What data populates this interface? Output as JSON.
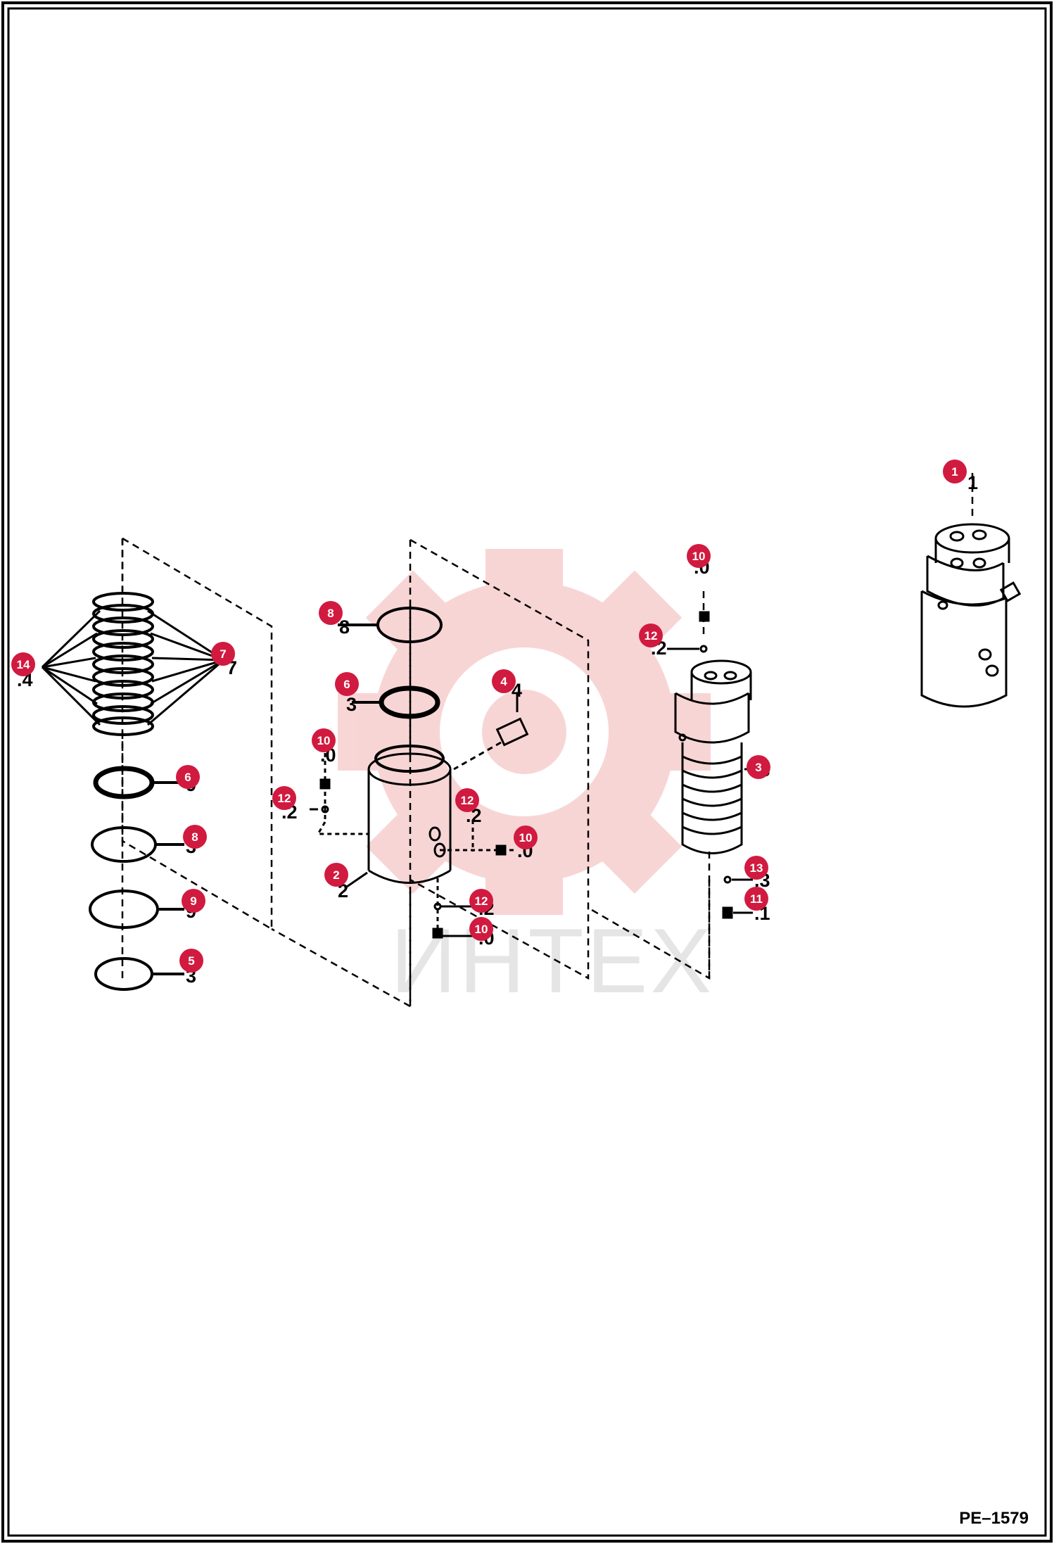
{
  "drawing_code": "PE–1579",
  "watermark_text": "ИНТЕХ",
  "colors": {
    "callout": "#d11a3f",
    "line": "#000000",
    "watermark": "#f4b4b4"
  },
  "callouts": {
    "c1": "1",
    "c2": "2",
    "c3": "3",
    "c4": "4",
    "c5": "5",
    "c6a": "6",
    "c6b": "6",
    "c7": "7",
    "c8a": "8",
    "c8b": "8",
    "c9": "9",
    "c10a": "10",
    "c10b": "10",
    "c10c": "10",
    "c10d": "10",
    "c11": "11",
    "c12a": "12",
    "c12b": "12",
    "c12c": "12",
    "c12d": "12",
    "c13": "13",
    "c14": "14"
  }
}
